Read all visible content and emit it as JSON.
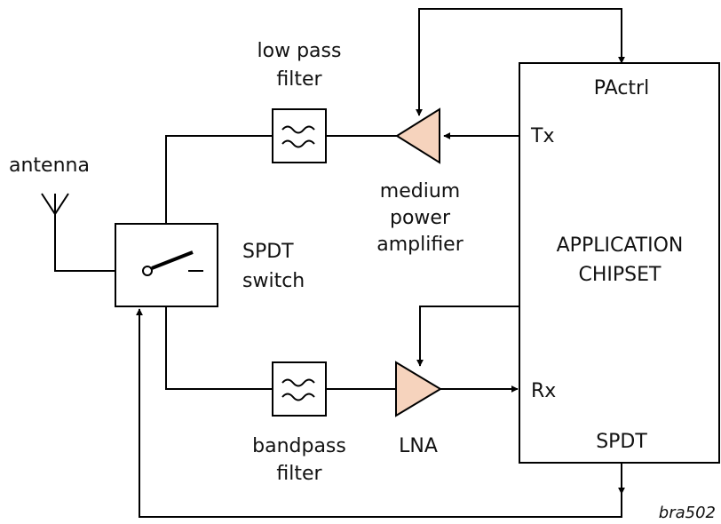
{
  "colors": {
    "amp_fill": "#f6d3bd",
    "line": "#000000",
    "text": "#111111"
  },
  "labels": {
    "lpf_line1": "low pass",
    "lpf_line2": "filter",
    "antenna": "antenna",
    "spdt_line1": "SPDT",
    "spdt_line2": "switch",
    "pa_line1": "medium",
    "pa_line2": "power",
    "pa_line3": "amplifier",
    "bpf_line1": "bandpass",
    "bpf_line2": "filter",
    "lna": "LNA",
    "chipset_line1": "APPLICATION",
    "chipset_line2": "CHIPSET",
    "pactrl": "PActrl",
    "tx": "Tx",
    "rx": "Rx",
    "spdt_pin": "SPDT",
    "ref": "bra502"
  },
  "icons": {
    "filter": "tilde-wave-icon",
    "antenna": "antenna-icon",
    "amplifier": "triangle-amplifier-icon",
    "switch": "spdt-switch-icon"
  }
}
